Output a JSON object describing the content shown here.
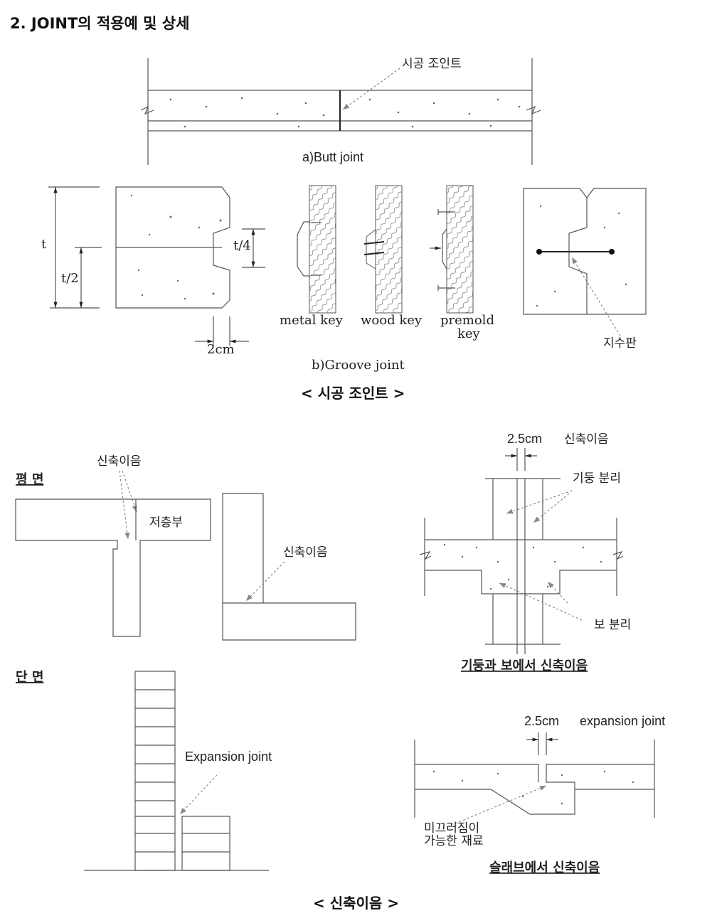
{
  "title": "2. JOINT의 적용예 및 상세",
  "construction_joint": {
    "butt": {
      "callout": "시공 조인트",
      "caption": "a)Butt joint"
    },
    "groove": {
      "dim_t": "t",
      "dim_t2": "t/2",
      "dim_t4": "t/4",
      "dim_2cm": "2cm",
      "key_labels": [
        "metal key",
        "wood key",
        "premold",
        "key"
      ],
      "waterstop": "지수판",
      "caption": "b)Groove joint"
    },
    "section_title": "< 시공 조인트 >"
  },
  "expansion_joint": {
    "plan": {
      "heading": "평 면",
      "callout1": "신축이음",
      "low_rise": "저층부",
      "callout2": "신축이음"
    },
    "section": {
      "heading": "단 면",
      "callout": "Expansion joint"
    },
    "column_beam": {
      "dim": "2.5cm",
      "dim_label": "신축이음",
      "column_sep": "기둥 분리",
      "beam_sep": "보 분리",
      "caption": "기둥과 보에서 신축이음"
    },
    "slab": {
      "dim": "2.5cm",
      "dim_label": "expansion joint",
      "material_line1": "미끄러짐이",
      "material_line2": "가능한 재료",
      "caption": "슬래브에서 신축이음"
    },
    "section_title": "< 신축이음 >"
  }
}
